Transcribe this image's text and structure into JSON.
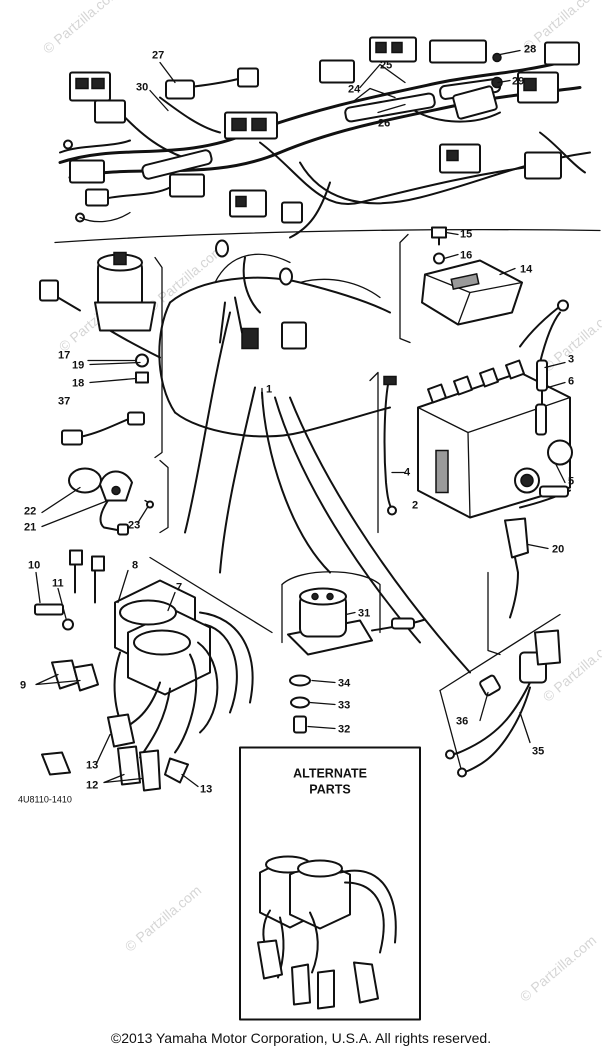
{
  "diagram": {
    "part_number_code": "4U8110-1410",
    "alternate_box": {
      "line1": "ALTERNATE",
      "line2": "PARTS"
    },
    "callouts": {
      "c1": "1",
      "c2": "2",
      "c3": "3",
      "c4": "4",
      "c5": "5",
      "c6": "6",
      "c7": "7",
      "c8": "8",
      "c9": "9",
      "c10": "10",
      "c11": "11",
      "c12": "12",
      "c13a": "13",
      "c13b": "13",
      "c14": "14",
      "c15": "15",
      "c16": "16",
      "c17": "17",
      "c18": "18",
      "c19": "19",
      "c20": "20",
      "c21": "21",
      "c22": "22",
      "c23": "23",
      "c24": "24",
      "c25": "25",
      "c26": "26",
      "c27": "27",
      "c28": "28",
      "c29": "29",
      "c30": "30",
      "c31": "31",
      "c32": "32",
      "c33": "33",
      "c34": "34",
      "c35": "35",
      "c36": "36",
      "c37": "37"
    },
    "watermarks": [
      "© Partzilla.com",
      "© Partzilla.com",
      "© Partzilla.com",
      "© Partzilla.com",
      "© Partzilla.com",
      "© Partzilla.com",
      "© Partzilla.com",
      "© Partzilla.com"
    ]
  },
  "copyright": "©2013  Yamaha Motor Corporation, U.S.A. All rights reserved."
}
